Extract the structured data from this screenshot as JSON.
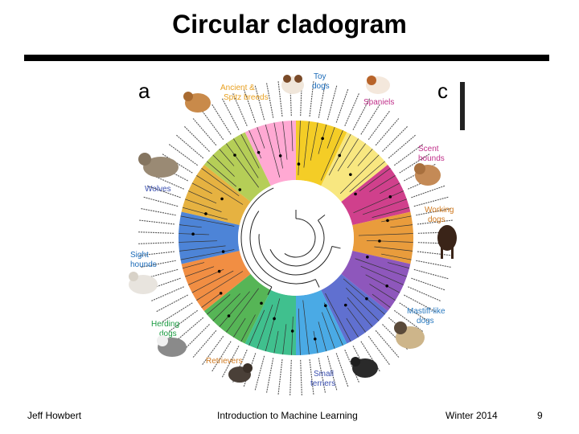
{
  "slide": {
    "title": "Circular cladogram",
    "footer": {
      "author": "Jeff Howbert",
      "course": "Introduction to Machine Learning",
      "term": "Winter 2014",
      "page": "9"
    }
  },
  "figure": {
    "panel_a": "a",
    "panel_c": "c",
    "groups": [
      {
        "label": "Ancient &",
        "label2": "Spitz breeds",
        "color": "#e8a020"
      },
      {
        "label": "Toy",
        "label2": "dogs",
        "color": "#1a6ab8"
      },
      {
        "label": "Spaniels",
        "label2": "",
        "color": "#c0308a"
      },
      {
        "label": "Scent",
        "label2": "hounds",
        "color": "#c0308a"
      },
      {
        "label": "Working",
        "label2": "dogs",
        "color": "#d07a20"
      },
      {
        "label": "Wolves",
        "label2": "",
        "color": "#3a4fb0"
      },
      {
        "label": "Sight",
        "label2": "hounds",
        "color": "#1a6ab8"
      },
      {
        "label": "Mastiff-like",
        "label2": "dogs",
        "color": "#2a7ac0"
      },
      {
        "label": "Herding",
        "label2": "dogs",
        "color": "#1a9a40"
      },
      {
        "label": "Retrievers",
        "label2": "",
        "color": "#d07a20"
      },
      {
        "label": "Small",
        "label2": "terriers",
        "color": "#3a4fb0"
      }
    ],
    "sector_colors": [
      "#f2c400",
      "#f7e36a",
      "#c81e78",
      "#e58b1a",
      "#7a3ab0",
      "#4457c8",
      "#2a9be0",
      "#1fb57a",
      "#38a838",
      "#ee7a22",
      "#2e6fd0",
      "#e2a520",
      "#a8c63a",
      "#ff9acb"
    ]
  }
}
